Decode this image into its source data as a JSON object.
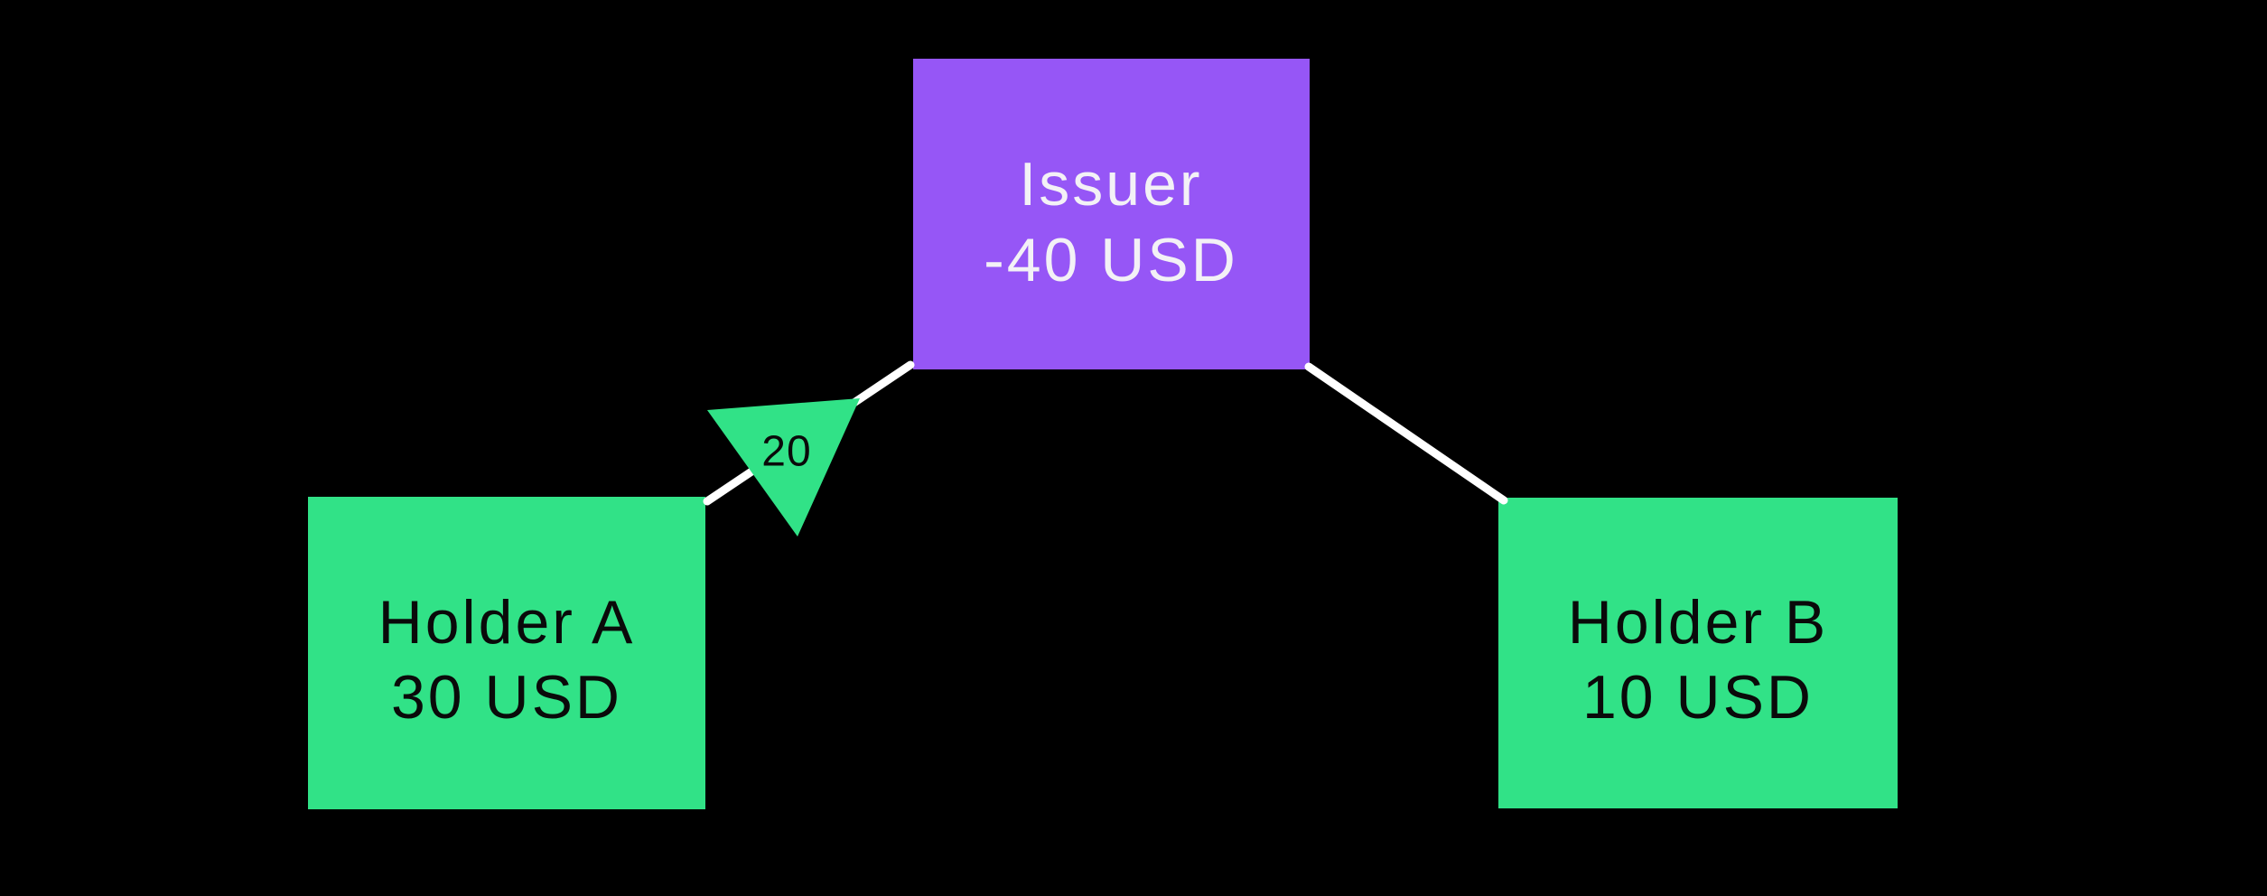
{
  "colors": {
    "background": "#000000",
    "issuer_node": "#9656F6",
    "holder_node": "#31E287",
    "edge": "#FFFFFF",
    "issuer_text": "#F3F1F6",
    "holder_text": "#0A0A0A",
    "transfer_label_text": "#0A0A0A"
  },
  "nodes": {
    "issuer": {
      "label": "Issuer",
      "balance": "-40 USD"
    },
    "holder_a": {
      "label": "Holder A",
      "balance": "30 USD"
    },
    "holder_b": {
      "label": "Holder B",
      "balance": "10 USD"
    }
  },
  "transfer": {
    "amount": "20"
  }
}
